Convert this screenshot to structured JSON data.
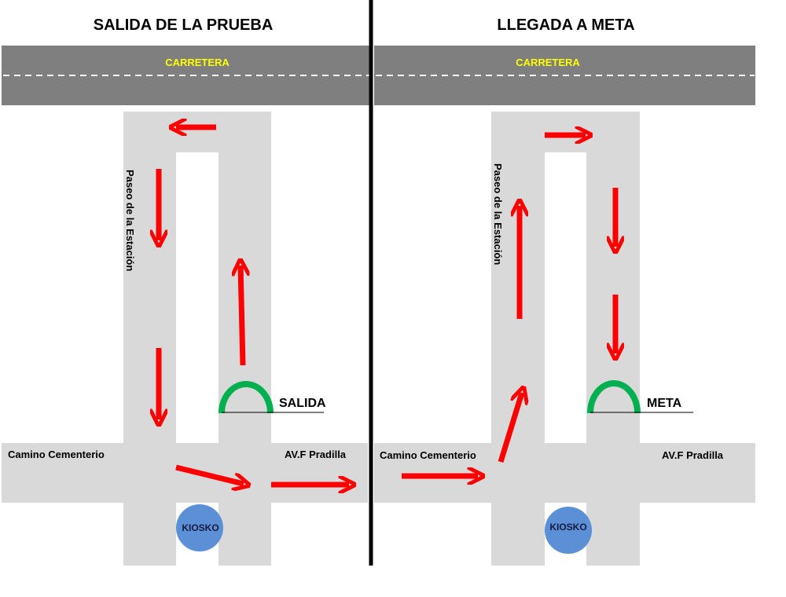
{
  "colors": {
    "road_main": "#7f7f7f",
    "road_side": "#d9d9d9",
    "carretera_text": "#ffff00",
    "arrow": "#ff0000",
    "arch": "#00b050",
    "kiosk": "#5b8fd6",
    "divider": "#000000"
  },
  "left": {
    "title": "SALIDA DE LA PRUEBA",
    "carretera": "CARRETERA",
    "paseo": "Paseo de la Estación",
    "camino": "Camino Cementerio",
    "avenida": "AV.F Pradilla",
    "kiosk": "KIOSKO",
    "marker": "SALIDA"
  },
  "right": {
    "title": "LLEGADA A META",
    "carretera": "CARRETERA",
    "paseo": "Paseo de la Estación",
    "camino": "Camino Cementerio",
    "avenida": "AV.F Pradilla",
    "kiosk": "KIOSKO",
    "marker": "META"
  },
  "icons": {
    "route_arrow": "red-arrow-icon",
    "start_finish_arch": "green-arch-icon",
    "kiosk": "kiosk-circle-icon"
  }
}
